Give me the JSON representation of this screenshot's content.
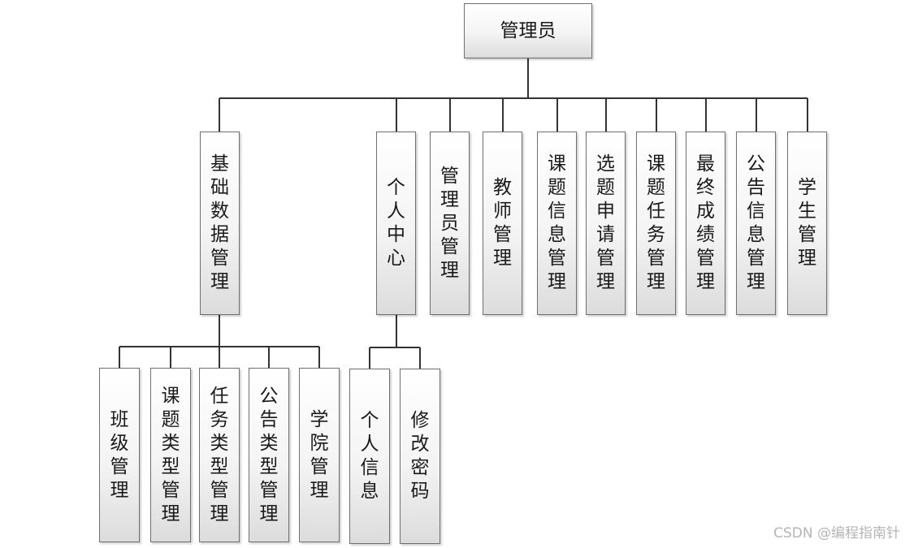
{
  "root": {
    "label": "管理员"
  },
  "level1": [
    {
      "label": "基础数据管理"
    },
    {
      "label": "个人中心"
    },
    {
      "label": "管理员管理"
    },
    {
      "label": "教师管理"
    },
    {
      "label": "课题信息管理"
    },
    {
      "label": "选题申请管理"
    },
    {
      "label": "课题任务管理"
    },
    {
      "label": "最终成绩管理"
    },
    {
      "label": "公告信息管理"
    },
    {
      "label": "学生管理"
    }
  ],
  "basic_children": [
    {
      "label": "班级管理"
    },
    {
      "label": "课题类型管理"
    },
    {
      "label": "任务类型管理"
    },
    {
      "label": "公告类型管理"
    },
    {
      "label": "学院管理"
    }
  ],
  "personal_children": [
    {
      "label": "个人信息"
    },
    {
      "label": "修改密码"
    }
  ],
  "watermark": "CSDN @编程指南针"
}
